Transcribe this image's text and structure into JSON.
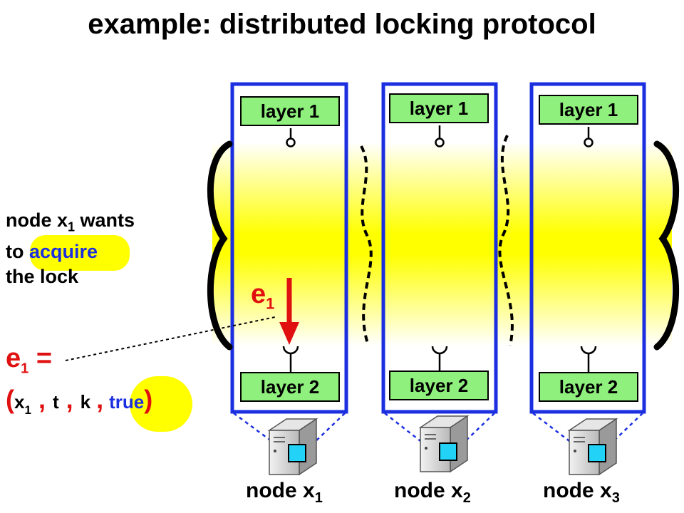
{
  "title": "example: distributed locking protocol",
  "nodes": [
    {
      "layer1": "layer 1",
      "layer2": "layer 2",
      "name": "node x",
      "index": "1"
    },
    {
      "layer1": "layer 1",
      "layer2": "layer 2",
      "name": "node x",
      "index": "2"
    },
    {
      "layer1": "layer 1",
      "layer2": "layer 2",
      "name": "node x",
      "index": "3"
    }
  ],
  "description": {
    "line1_pre": "node x",
    "line1_sub": "1",
    "line1_post": " wants",
    "line2_pre": "to ",
    "line2_highlight": "acquire",
    "line3": "the lock"
  },
  "event": {
    "label": "e",
    "sub": "1",
    "def_suffix": " =",
    "open": "(",
    "x": "x",
    "x_sub": "1",
    "comma": ",",
    "t": "t",
    "k": "k",
    "flag": "true",
    "close": ")"
  },
  "colors": {
    "box_border": "#1b2fe0",
    "layer_fill": "#8ff07d",
    "highlight": "#ffff00",
    "event_red": "#e01010",
    "server_screen": "#22d3f7"
  }
}
